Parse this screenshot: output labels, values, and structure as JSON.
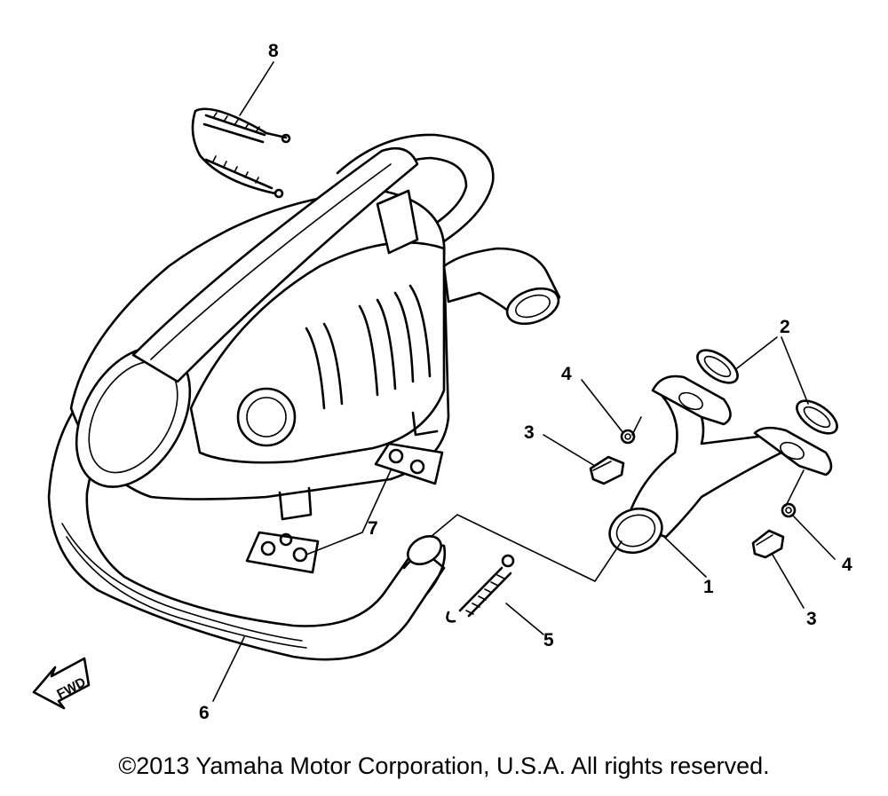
{
  "diagram": {
    "callouts": [
      {
        "id": "c8",
        "text": "8"
      },
      {
        "id": "c2",
        "text": "2"
      },
      {
        "id": "c4a",
        "text": "4"
      },
      {
        "id": "c3a",
        "text": "3"
      },
      {
        "id": "c7",
        "text": "7"
      },
      {
        "id": "c1",
        "text": "1"
      },
      {
        "id": "c4b",
        "text": "4"
      },
      {
        "id": "c3b",
        "text": "3"
      },
      {
        "id": "c5",
        "text": "5"
      },
      {
        "id": "c6",
        "text": "6"
      }
    ],
    "fwd_label": "FWD"
  },
  "footer": {
    "copyright": "©2013 Yamaha Motor Corporation, U.S.A. All rights reserved."
  }
}
